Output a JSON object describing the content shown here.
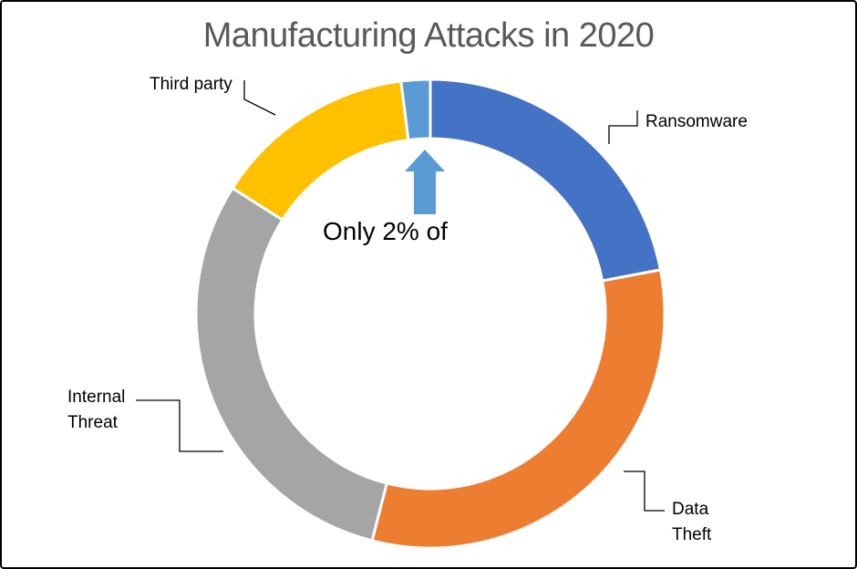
{
  "annotation": {
    "text": "Only 2% of",
    "arrow_color": "#5B9BD5"
  },
  "chart_data": {
    "type": "pie",
    "subtype": "donut",
    "title": "Manufacturing Attacks in 2020",
    "hole_ratio": 0.75,
    "start_angle": "12 o'clock, clockwise",
    "legend": "none",
    "slices": [
      {
        "label": "Ransomware",
        "value_pct": 22,
        "color": "#4472C4"
      },
      {
        "label": "Data Theft",
        "value_pct": 32,
        "color": "#ED7D31"
      },
      {
        "label": "Internal Threat",
        "value_pct": 30,
        "color": "#A5A5A5"
      },
      {
        "label": "Third party",
        "value_pct": 14,
        "color": "#FFC000"
      },
      {
        "label": "",
        "value_pct": 2,
        "color": "#5B9BD5",
        "note": "small unlabeled slice pointed at by the 'Only 2% of' arrow"
      }
    ]
  },
  "colors": {
    "title_text": "#595959",
    "label_text": "#000000",
    "leader_line": "#000000",
    "frame_border": "#000000",
    "background": "#FFFFFF"
  }
}
